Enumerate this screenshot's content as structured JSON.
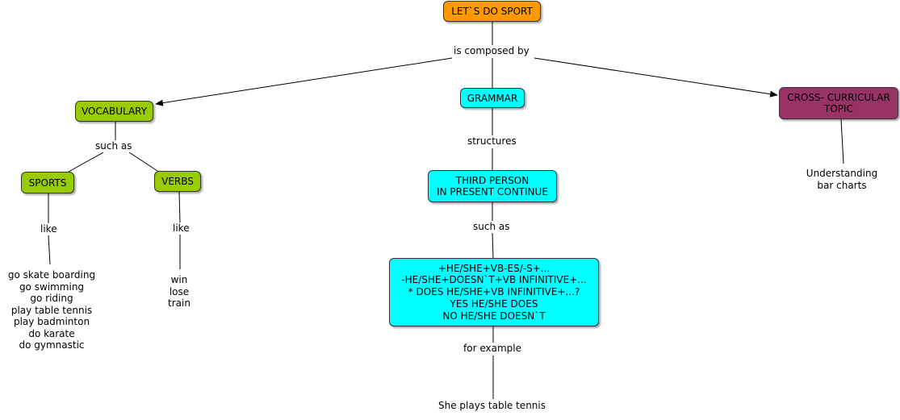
{
  "colors": {
    "root": "#ff9900",
    "vocab": "#99cc00",
    "grammar": "#00ffff",
    "crosstopic": "#993366",
    "line": "#000000"
  },
  "nodes": {
    "root": "LET`S DO SPORT",
    "vocabulary": "VOCABULARY",
    "grammar": "GRAMMAR",
    "cross_topic": "CROSS- CURRICULAR\nTOPIC",
    "sports": "SPORTS",
    "verbs": "VERBS",
    "third_person": "THIRD PERSON\nIN PRESENT CONTINUE",
    "structures_box": "+HE/SHE+VB-ES/-S+...\n-HE/SHE+DOESN`T+VB INFINITIVE+...\n*  DOES HE/SHE+VB INFINITIVE+...?\nYES HE/SHE DOES\nNO HE/SHE DOESN`T"
  },
  "links": {
    "is_composed_by": "is composed by",
    "such_as_vocab": "such as",
    "like_sports": "like",
    "like_verbs": "like",
    "structures": "structures",
    "such_as_grammar": "such as",
    "for_example": "for example"
  },
  "leaves": {
    "sports_list": "go skate boarding\ngo swimming\ngo riding\nplay table tennis\nplay badminton\ndo karate\ndo gymnastic",
    "verbs_list": "win\nlose\ntrain",
    "example": "She plays table tennis",
    "bar_charts": "Understanding\nbar charts"
  }
}
